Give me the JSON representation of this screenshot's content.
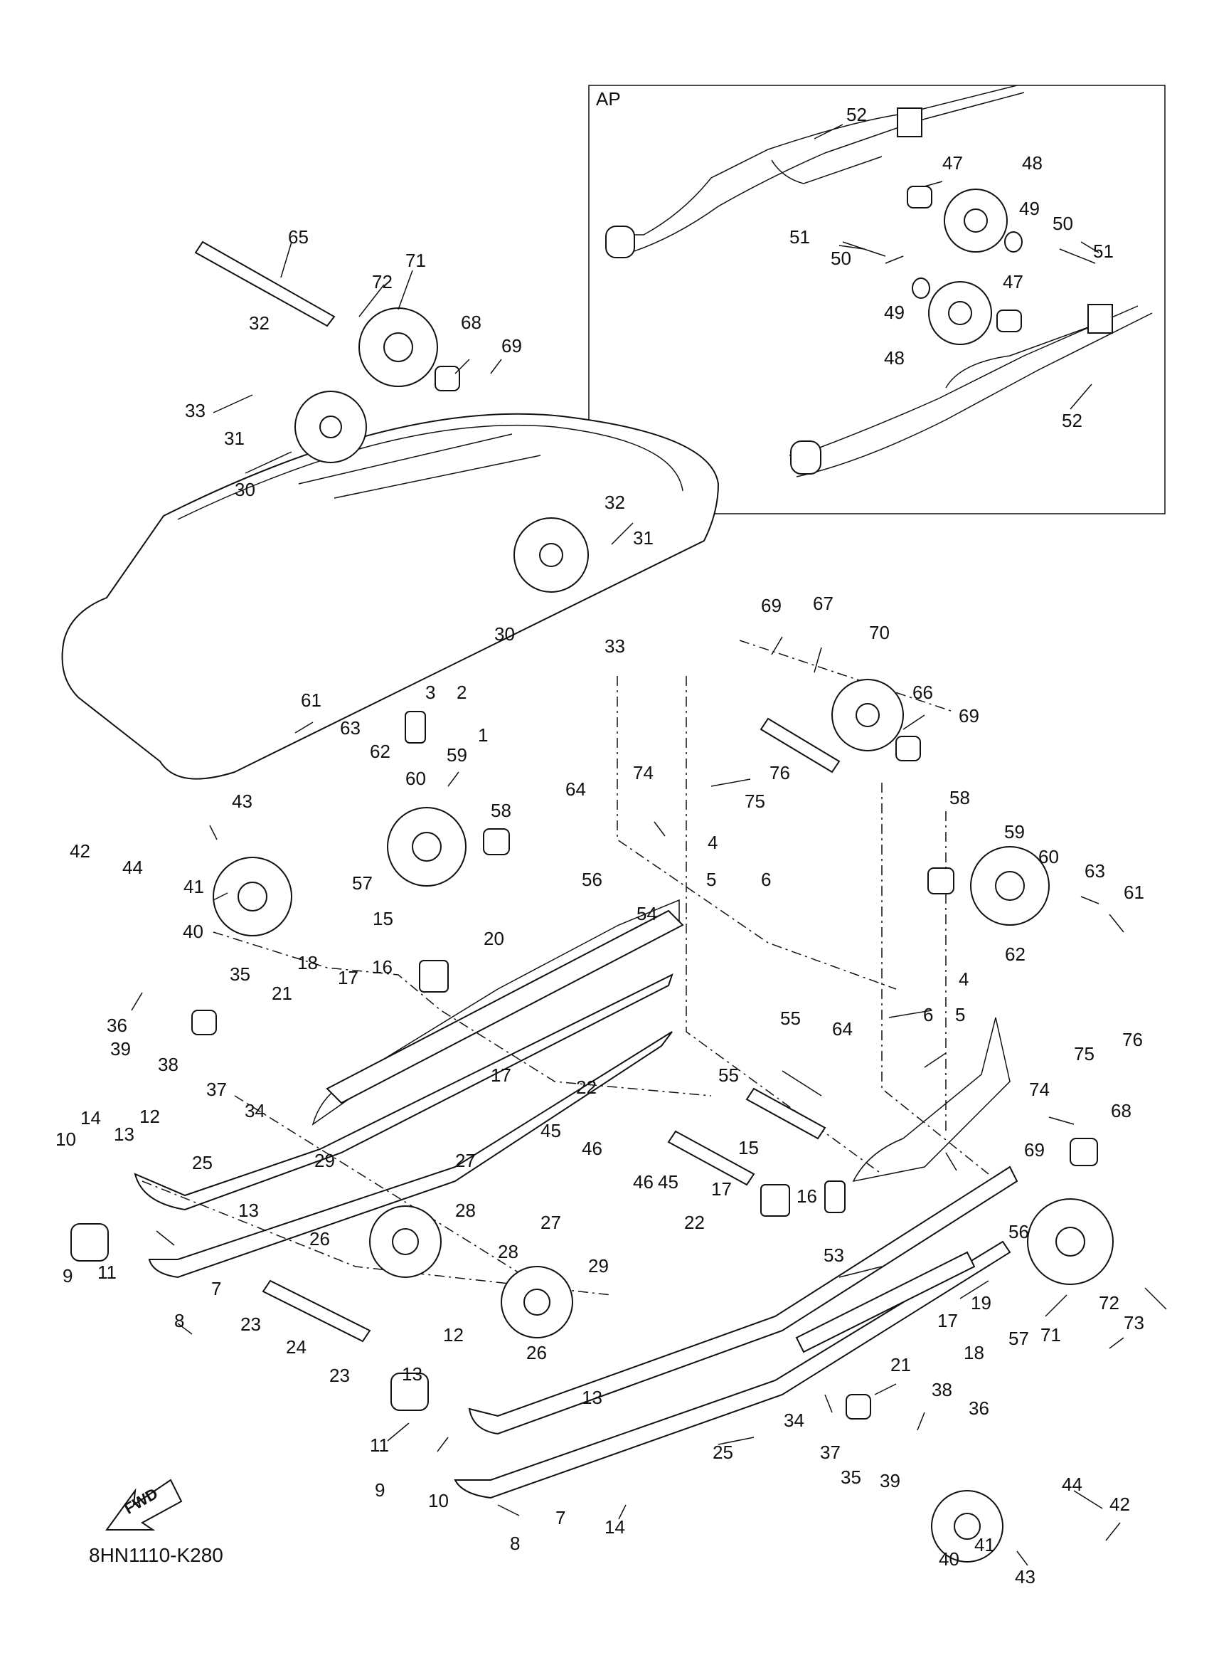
{
  "diagram": {
    "inset_label": "AP",
    "drawing_code": "8HN1110-K280",
    "fwd_label": "FWD",
    "callouts": [
      {
        "id": "c65",
        "text": "65"
      },
      {
        "id": "c71a",
        "text": "71"
      },
      {
        "id": "c72a",
        "text": "72"
      },
      {
        "id": "c32a",
        "text": "32"
      },
      {
        "id": "c33a",
        "text": "33"
      },
      {
        "id": "c31a",
        "text": "31"
      },
      {
        "id": "c30a",
        "text": "30"
      },
      {
        "id": "c68a",
        "text": "68"
      },
      {
        "id": "c69a",
        "text": "69"
      },
      {
        "id": "c32b",
        "text": "32"
      },
      {
        "id": "c31b",
        "text": "31"
      },
      {
        "id": "c30b",
        "text": "30"
      },
      {
        "id": "c33b",
        "text": "33"
      },
      {
        "id": "c3a",
        "text": "3"
      },
      {
        "id": "c2a",
        "text": "2"
      },
      {
        "id": "c1",
        "text": "1"
      },
      {
        "id": "c61a",
        "text": "61"
      },
      {
        "id": "c63a",
        "text": "63"
      },
      {
        "id": "c62a",
        "text": "62"
      },
      {
        "id": "c59a",
        "text": "59"
      },
      {
        "id": "c60a",
        "text": "60"
      },
      {
        "id": "c42a",
        "text": "42"
      },
      {
        "id": "c44a",
        "text": "44"
      },
      {
        "id": "c43a",
        "text": "43"
      },
      {
        "id": "c41a",
        "text": "41"
      },
      {
        "id": "c40a",
        "text": "40"
      },
      {
        "id": "c64a",
        "text": "64"
      },
      {
        "id": "c58a",
        "text": "58"
      },
      {
        "id": "c57a",
        "text": "57"
      },
      {
        "id": "c56a",
        "text": "56"
      },
      {
        "id": "c54",
        "text": "54"
      },
      {
        "id": "c15a",
        "text": "15"
      },
      {
        "id": "c20",
        "text": "20"
      },
      {
        "id": "c16a",
        "text": "16"
      },
      {
        "id": "c18a",
        "text": "18"
      },
      {
        "id": "c17a",
        "text": "17"
      },
      {
        "id": "c21a",
        "text": "21"
      },
      {
        "id": "c35a",
        "text": "35"
      },
      {
        "id": "c36a",
        "text": "36"
      },
      {
        "id": "c39a",
        "text": "39"
      },
      {
        "id": "c38a",
        "text": "38"
      },
      {
        "id": "c37a",
        "text": "37"
      },
      {
        "id": "c34a",
        "text": "34"
      },
      {
        "id": "c17b",
        "text": "17"
      },
      {
        "id": "c22a",
        "text": "22"
      },
      {
        "id": "c14a",
        "text": "14"
      },
      {
        "id": "c12a",
        "text": "12"
      },
      {
        "id": "c13a",
        "text": "13"
      },
      {
        "id": "c10a",
        "text": "10"
      },
      {
        "id": "c25a",
        "text": "25"
      },
      {
        "id": "c29a",
        "text": "29"
      },
      {
        "id": "c27a",
        "text": "27"
      },
      {
        "id": "c45a",
        "text": "45"
      },
      {
        "id": "c46a",
        "text": "46"
      },
      {
        "id": "c13b",
        "text": "13"
      },
      {
        "id": "c28a",
        "text": "28"
      },
      {
        "id": "c26a",
        "text": "26"
      },
      {
        "id": "c9a",
        "text": "9"
      },
      {
        "id": "c11a",
        "text": "11"
      },
      {
        "id": "c7a",
        "text": "7"
      },
      {
        "id": "c8a",
        "text": "8"
      },
      {
        "id": "c23a",
        "text": "23"
      },
      {
        "id": "c24",
        "text": "24"
      },
      {
        "id": "c23b",
        "text": "23"
      },
      {
        "id": "c69b",
        "text": "69"
      },
      {
        "id": "c67",
        "text": "67"
      },
      {
        "id": "c70",
        "text": "70"
      },
      {
        "id": "c66",
        "text": "66"
      },
      {
        "id": "c69c",
        "text": "69"
      },
      {
        "id": "c74a",
        "text": "74"
      },
      {
        "id": "c76a",
        "text": "76"
      },
      {
        "id": "c75a",
        "text": "75"
      },
      {
        "id": "c4a",
        "text": "4"
      },
      {
        "id": "c5a",
        "text": "5"
      },
      {
        "id": "c6a",
        "text": "6"
      },
      {
        "id": "c58b",
        "text": "58"
      },
      {
        "id": "c59b",
        "text": "59"
      },
      {
        "id": "c60b",
        "text": "60"
      },
      {
        "id": "c63b",
        "text": "63"
      },
      {
        "id": "c61b",
        "text": "61"
      },
      {
        "id": "c62b",
        "text": "62"
      },
      {
        "id": "c4b",
        "text": "4"
      },
      {
        "id": "c6b",
        "text": "6"
      },
      {
        "id": "c5b",
        "text": "5"
      },
      {
        "id": "c55a",
        "text": "55"
      },
      {
        "id": "c64b",
        "text": "64"
      },
      {
        "id": "c76b",
        "text": "76"
      },
      {
        "id": "c75b",
        "text": "75"
      },
      {
        "id": "c74b",
        "text": "74"
      },
      {
        "id": "c55b",
        "text": "55"
      },
      {
        "id": "c68b",
        "text": "68"
      },
      {
        "id": "c69d",
        "text": "69"
      },
      {
        "id": "c15b",
        "text": "15"
      },
      {
        "id": "c46b",
        "text": "46"
      },
      {
        "id": "c45b",
        "text": "45"
      },
      {
        "id": "c17c",
        "text": "17"
      },
      {
        "id": "c16b",
        "text": "16"
      },
      {
        "id": "c22b",
        "text": "22"
      },
      {
        "id": "c27b",
        "text": "27"
      },
      {
        "id": "c53",
        "text": "53"
      },
      {
        "id": "c56b",
        "text": "56"
      },
      {
        "id": "c28b",
        "text": "28"
      },
      {
        "id": "c29b",
        "text": "29"
      },
      {
        "id": "c19",
        "text": "19"
      },
      {
        "id": "c72b",
        "text": "72"
      },
      {
        "id": "c73",
        "text": "73"
      },
      {
        "id": "c71b",
        "text": "71"
      },
      {
        "id": "c57b",
        "text": "57"
      },
      {
        "id": "c17d",
        "text": "17"
      },
      {
        "id": "c12b",
        "text": "12"
      },
      {
        "id": "c26b",
        "text": "26"
      },
      {
        "id": "c18b",
        "text": "18"
      },
      {
        "id": "c21b",
        "text": "21"
      },
      {
        "id": "c13c",
        "text": "13"
      },
      {
        "id": "c13d",
        "text": "13"
      },
      {
        "id": "c34b",
        "text": "34"
      },
      {
        "id": "c38b",
        "text": "38"
      },
      {
        "id": "c36b",
        "text": "36"
      },
      {
        "id": "c11b",
        "text": "11"
      },
      {
        "id": "c9b",
        "text": "9"
      },
      {
        "id": "c10b",
        "text": "10"
      },
      {
        "id": "c25b",
        "text": "25"
      },
      {
        "id": "c37b",
        "text": "37"
      },
      {
        "id": "c35b",
        "text": "35"
      },
      {
        "id": "c39b",
        "text": "39"
      },
      {
        "id": "c44b",
        "text": "44"
      },
      {
        "id": "c42b",
        "text": "42"
      },
      {
        "id": "c7b",
        "text": "7"
      },
      {
        "id": "c14b",
        "text": "14"
      },
      {
        "id": "c8b",
        "text": "8"
      },
      {
        "id": "c41b",
        "text": "41"
      },
      {
        "id": "c40b",
        "text": "40"
      },
      {
        "id": "c43b",
        "text": "43"
      },
      {
        "id": "i52a",
        "text": "52"
      },
      {
        "id": "i47a",
        "text": "47"
      },
      {
        "id": "i48a",
        "text": "48"
      },
      {
        "id": "i49a",
        "text": "49"
      },
      {
        "id": "i50a",
        "text": "50"
      },
      {
        "id": "i51a",
        "text": "51"
      },
      {
        "id": "i51b",
        "text": "51"
      },
      {
        "id": "i50b",
        "text": "50"
      },
      {
        "id": "i47b",
        "text": "47"
      },
      {
        "id": "i49b",
        "text": "49"
      },
      {
        "id": "i48b",
        "text": "48"
      },
      {
        "id": "i52b",
        "text": "52"
      }
    ]
  }
}
